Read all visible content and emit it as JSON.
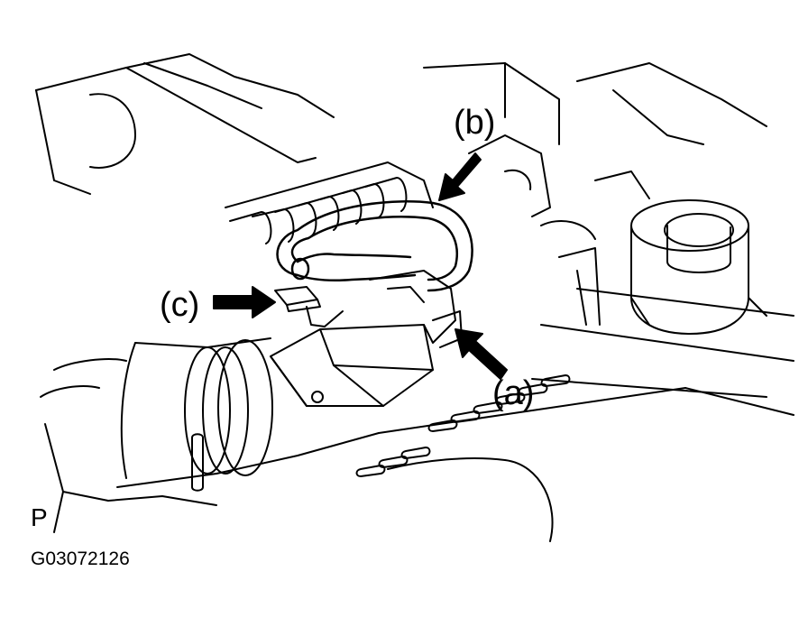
{
  "figure": {
    "view_mark": "P",
    "figure_id": "G03072126"
  },
  "callouts": {
    "a": "(a)",
    "b": "(b)",
    "c": "(c)"
  },
  "colors": {
    "line": "#000000",
    "background": "#ffffff"
  }
}
